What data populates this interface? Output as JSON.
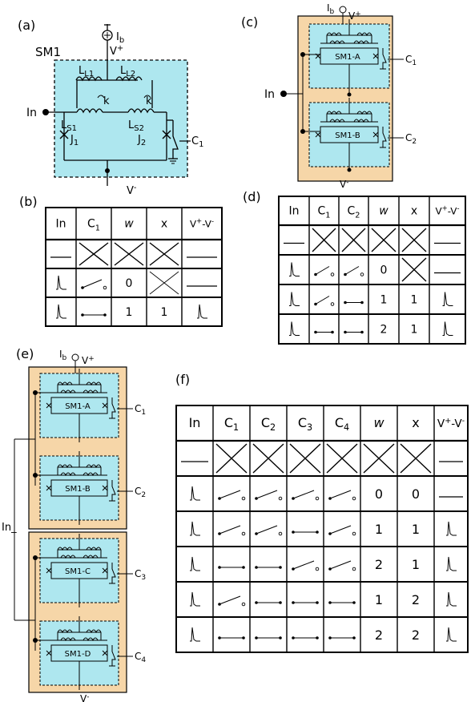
{
  "panels": {
    "a": {
      "label": "(a)",
      "module": "SM1",
      "bias": "I",
      "bias_sub": "b",
      "vplus": "V",
      "vplus_sup": "+",
      "vminus": "V",
      "vminus_sup": "-",
      "input": "In",
      "L1": "L",
      "L1_sub": "L1",
      "L2": "L",
      "L2_sub": "L2",
      "LS1": "L",
      "LS1_sub": "S1",
      "LS2": "L",
      "LS2_sub": "S2",
      "k": "k",
      "J1": "J",
      "J1_sub": "1",
      "J2": "J",
      "J2_sub": "2",
      "C1": "C",
      "C1_sub": "1"
    },
    "b": {
      "label": "(b)"
    },
    "c": {
      "label": "(c)",
      "bias": "I",
      "bias_sub": "b",
      "vplus": "V",
      "vplus_sup": "+",
      "vminus": "V",
      "vminus_sup": "-",
      "input": "In",
      "modules": [
        "SM1-A",
        "SM1-B"
      ],
      "controls": [
        "C",
        "C"
      ],
      "control_subs": [
        "1",
        "2"
      ]
    },
    "d": {
      "label": "(d)"
    },
    "e": {
      "label": "(e)",
      "bias": "I",
      "bias_sub": "b",
      "vplus": "V",
      "vplus_sup": "+",
      "vminus": "V",
      "vminus_sup": "-",
      "input": "In_",
      "modules": [
        "SM1-A",
        "SM1-B",
        "SM1-C",
        "SM1-D"
      ],
      "controls": [
        "C",
        "C",
        "C",
        "C"
      ],
      "control_subs": [
        "1",
        "2",
        "3",
        "4"
      ]
    },
    "f": {
      "label": "(f)"
    }
  },
  "tables": {
    "b": {
      "headers": [
        "In",
        "C1",
        "w",
        "x",
        "V+-V-"
      ],
      "rows": [
        [
          "none",
          "cross",
          "cross",
          "cross",
          "none"
        ],
        [
          "pulse",
          "open",
          "0",
          "thin-cross",
          "none"
        ],
        [
          "pulse",
          "closed",
          "1",
          "1",
          "pulse"
        ]
      ]
    },
    "d": {
      "headers": [
        "In",
        "C1",
        "C2",
        "w",
        "x",
        "V+-V-"
      ],
      "rows": [
        [
          "none",
          "cross",
          "cross",
          "cross",
          "cross",
          "none"
        ],
        [
          "pulse",
          "open",
          "open",
          "0",
          "cross",
          "none"
        ],
        [
          "pulse",
          "open",
          "closed",
          "1",
          "1",
          "pulse"
        ],
        [
          "pulse",
          "closed",
          "closed",
          "2",
          "1",
          "pulse"
        ]
      ]
    },
    "f": {
      "headers": [
        "In",
        "C1",
        "C2",
        "C3",
        "C4",
        "w",
        "x",
        "V+-V-"
      ],
      "rows": [
        [
          "none",
          "cross",
          "cross",
          "cross",
          "cross",
          "cross",
          "cross",
          "none"
        ],
        [
          "pulse",
          "open",
          "open",
          "open",
          "open",
          "0",
          "0",
          "none"
        ],
        [
          "pulse",
          "open",
          "open",
          "closed",
          "open",
          "1",
          "1",
          "pulse"
        ],
        [
          "pulse",
          "closed",
          "closed",
          "open",
          "open",
          "2",
          "1",
          "pulse"
        ],
        [
          "pulse",
          "open",
          "closed",
          "closed",
          "closed",
          "1",
          "2",
          "pulse"
        ],
        [
          "pulse",
          "closed",
          "closed",
          "closed",
          "closed",
          "2",
          "2",
          "pulse"
        ]
      ]
    }
  },
  "header_text": {
    "In": "In",
    "w": "w",
    "x": "x",
    "C": "C",
    "V": "V",
    "plus": "+",
    "minus": "-",
    "dash": "-"
  }
}
